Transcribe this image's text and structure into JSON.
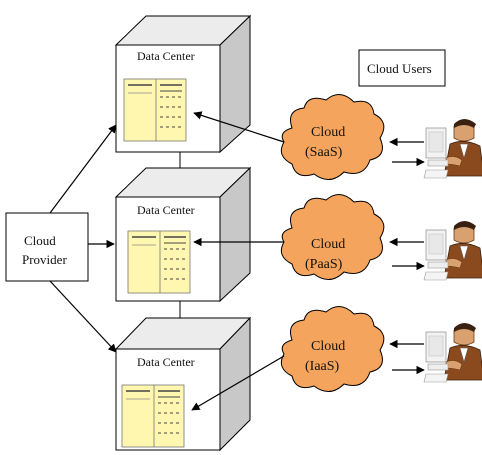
{
  "provider": {
    "label_line1": "Cloud",
    "label_line2": "Provider"
  },
  "users_box": {
    "label": "Cloud Users"
  },
  "data_centers": [
    {
      "title": "Data Center"
    },
    {
      "title": "Data Center"
    },
    {
      "title": "Data Center"
    }
  ],
  "clouds": [
    {
      "line1": "Cloud",
      "line2": "(SaaS)"
    },
    {
      "line1": "Cloud",
      "line2": "(PaaS)"
    },
    {
      "line1": "Cloud",
      "line2": "(IaaS)"
    }
  ],
  "colors": {
    "cloud_fill": "#f4a45c",
    "cube_side": "#c8c8c8",
    "document_fill": "#fff7b0",
    "user_skin": "#d9a070",
    "user_suit": "#8a4a1e"
  },
  "icons": {
    "user": "person-at-computer-icon",
    "document": "document-icon",
    "server": "data-center-cube"
  }
}
